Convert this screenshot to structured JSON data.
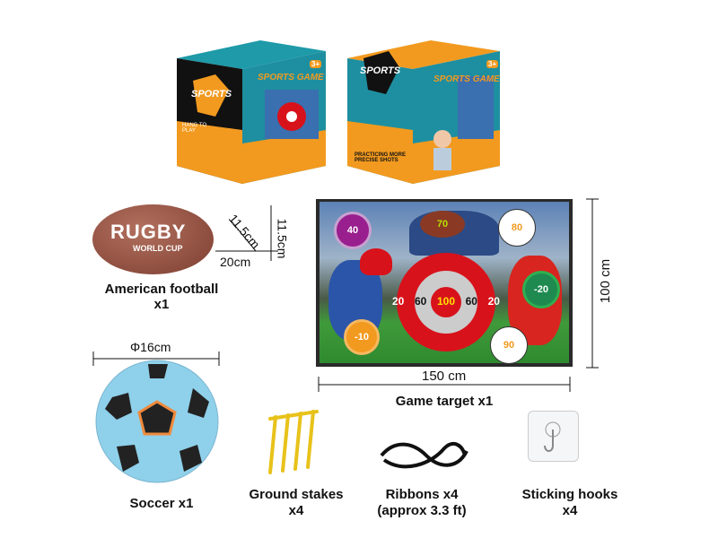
{
  "boxes": [
    {
      "logo": "SPORTS",
      "title": "SPORTS GAME",
      "age": "3+",
      "side_text": "HANG TO PLAY"
    },
    {
      "logo": "SPORTS",
      "title": "SPORTS GAME",
      "age": "3+",
      "side_text": "PRACTICING MORE PRECISE SHOTS"
    }
  ],
  "football": {
    "print_main": "RUGBY",
    "print_sub": "WORLD CUP",
    "dim_diag": "11.5cm",
    "dim_height": "11.5cm",
    "dim_length": "20cm",
    "label": "American football",
    "qty": "x1"
  },
  "soccer": {
    "dim": "Φ16cm",
    "label": "Soccer x1"
  },
  "target": {
    "width": "150 cm",
    "height": "100 cm",
    "label": "Game target x1",
    "scores": {
      "rings": [
        "20",
        "60",
        "100",
        "60",
        "20"
      ],
      "purple": "40",
      "football": "70",
      "top_ball": "80",
      "green": "-20",
      "orange": "-10",
      "bottom_ball": "90"
    }
  },
  "accessories": [
    {
      "label": "Ground stakes",
      "qty": "x4"
    },
    {
      "label": "Ribbons x4",
      "qty": "(approx 3.3 ft)"
    },
    {
      "label": "Sticking hooks",
      "qty": "x4"
    }
  ],
  "colors": {
    "red": "#d8121b",
    "teal": "#1e8fa0",
    "orange": "#f29a1f",
    "stake": "#e8c21a"
  }
}
